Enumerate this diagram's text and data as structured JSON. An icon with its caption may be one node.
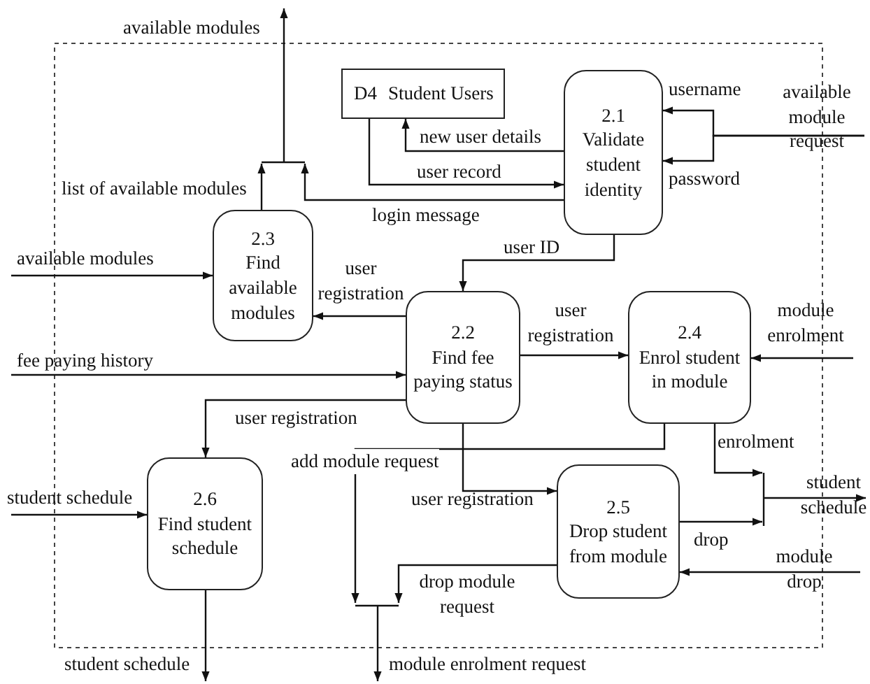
{
  "diagram": {
    "nodes": [
      {
        "text": [
          "D4",
          "Student Users"
        ]
      },
      {
        "text": [
          "2.1",
          "Validate student identity"
        ]
      },
      {
        "text": [
          "2.3",
          "Find available modules"
        ]
      },
      {
        "text": [
          "2.2",
          "Find fee paying status"
        ]
      },
      {
        "text": [
          "2.4",
          "Enrol student in module"
        ]
      },
      {
        "text": [
          "2.6",
          "Find student schedule"
        ]
      },
      {
        "text": [
          "2.5",
          "Drop student from module"
        ]
      }
    ],
    "edges": [
      {
        "from": null,
        "to": 1,
        "arrow": "to",
        "label": "username"
      },
      {
        "from": null,
        "to": 1,
        "arrow": "to",
        "label": "password"
      },
      {
        "from": 1,
        "to": 0,
        "arrow": "to",
        "label": "new user details"
      },
      {
        "from": 0,
        "to": 1,
        "arrow": "to",
        "label": "user record"
      },
      {
        "from": 1,
        "to": null,
        "arrow": "to",
        "label": "login message"
      },
      {
        "from": 2,
        "to": null,
        "arrow": "to",
        "label": "list of available modules"
      },
      {
        "from": 1,
        "to": 3,
        "arrow": "to",
        "label": "user ID"
      },
      {
        "from": null,
        "to": 2,
        "arrow": "to",
        "label": "available modules"
      },
      {
        "from": 3,
        "to": 2,
        "arrow": "to",
        "label": "user registration"
      },
      {
        "from": null,
        "to": 3,
        "arrow": "to",
        "label": "fee paying history"
      },
      {
        "from": 3,
        "to": 4,
        "arrow": "to",
        "label": "user registration"
      },
      {
        "from": null,
        "to": 4,
        "arrow": "to",
        "label": "module enrolment"
      },
      {
        "from": 3,
        "to": 5,
        "arrow": "to",
        "label": "user registration"
      },
      {
        "from": 3,
        "to": 6,
        "arrow": "to",
        "label": "user registration"
      },
      {
        "from": 4,
        "to": null,
        "arrow": "to",
        "label": "add module request"
      },
      {
        "from": 6,
        "to": null,
        "arrow": "to",
        "label": "drop module request"
      },
      {
        "from": 4,
        "to": null,
        "arrow": "to",
        "label": "enrolment"
      },
      {
        "from": 6,
        "to": null,
        "arrow": "to",
        "label": "drop"
      },
      {
        "from": null,
        "to": 6,
        "arrow": "to",
        "label": "module drop"
      },
      {
        "from": null,
        "to": 5,
        "arrow": "to",
        "label": "student schedule"
      },
      {
        "from": 5,
        "to": null,
        "arrow": "to",
        "label": "student schedule"
      }
    ],
    "labels": [
      "available modules",
      "available module request",
      "module enrolment request",
      "student schedule"
    ]
  }
}
